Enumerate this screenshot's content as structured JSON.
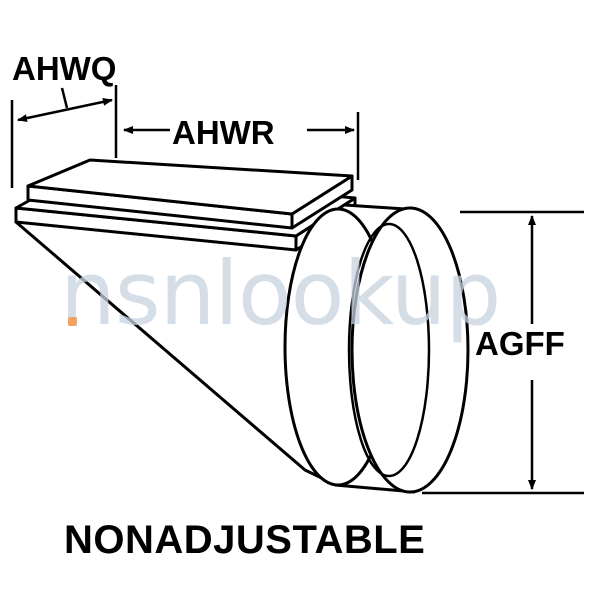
{
  "labels": {
    "dim_depth": "AHWQ",
    "dim_width": "AHWR",
    "dim_height": "AGFF",
    "caption": "NONADJUSTABLE"
  },
  "watermark": {
    "text": "nsnlookup",
    "color": "#c7d3e0",
    "accent_color": "#f4a261"
  },
  "colors": {
    "line": "#000000",
    "background": "#ffffff"
  }
}
